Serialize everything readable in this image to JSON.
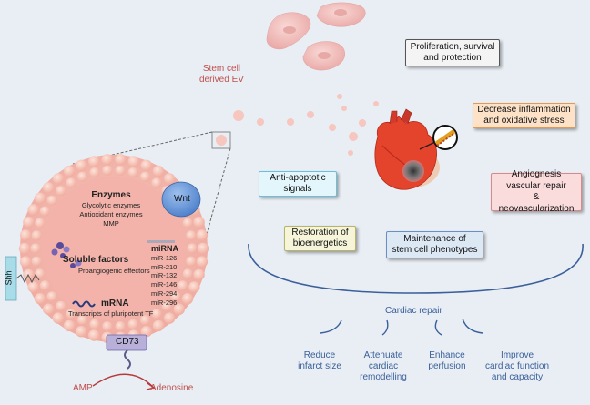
{
  "ev_label": [
    "Stem cell",
    "derived EV"
  ],
  "boxes": {
    "proliferation": [
      "Proliferation, survival",
      "and protection"
    ],
    "inflammation": [
      "Decrease inflammation",
      "and oxidative stress"
    ],
    "anti_apoptotic": [
      "Anti-apoptotic",
      "signals"
    ],
    "angiogenesis": [
      "Angiognesis",
      "vascular repair",
      "& neovascularization"
    ],
    "bioenergetics": [
      "Restoration of",
      "bioenergetics"
    ],
    "stem_phenotype": [
      "Maintenance of",
      "stem cell phenotypes"
    ]
  },
  "vesicle": {
    "wnt": "Wnt",
    "shh": "Shh",
    "cd73": "CD73",
    "enzymes_title": "Enzymes",
    "enzymes_items": [
      "Glycolytic enzymes",
      "Antioxidant enzymes",
      "MMP"
    ],
    "soluble_title": "Soluble factors",
    "soluble_sub": "Proangiogenic effectors",
    "mirna_title": "miRNA",
    "mirna_items": [
      "miR-126",
      "miR-210",
      "miR-132",
      "miR-146",
      "miR-294",
      "miR-296"
    ],
    "mrna_title": "mRNA",
    "mrna_sub": "Transcripts of pluripotent TF",
    "amp": "AMP",
    "adenosine": "Adenosine"
  },
  "cardiac_repair": {
    "title": "Cardiac repair",
    "outcomes": [
      [
        "Reduce",
        "infarct size"
      ],
      [
        "Attenuate",
        "cardiac",
        "remodelling"
      ],
      [
        "Enhance",
        "perfusion"
      ],
      [
        "Improve",
        "cardiac function",
        "and capacity"
      ]
    ]
  },
  "colors": {
    "background": "#e8eef4",
    "vesicle_fill": "#f2b8b0",
    "vesicle_bead": "#f4c4b8",
    "ev_dot": "#f6c6bf",
    "cell_fill": "#f3c2c0",
    "label_red": "#c0504d",
    "label_blue": "#3a5f9a",
    "arc_blue": "#3a5f9a",
    "box_gray": "#f4f4f4",
    "box_orange": "#fde2c8",
    "box_cyan": "#e3f6fb",
    "box_pink": "#fbdcdc",
    "box_yellow": "#f6f5da",
    "box_blue": "#dde8f5",
    "wnt_blue": "#6c9ad9",
    "shh_cyan": "#a8dce8",
    "cd73_purple": "#b8b0d8"
  },
  "icons": [
    "heart-icon",
    "blocked-artery-icon",
    "cell-icon"
  ]
}
